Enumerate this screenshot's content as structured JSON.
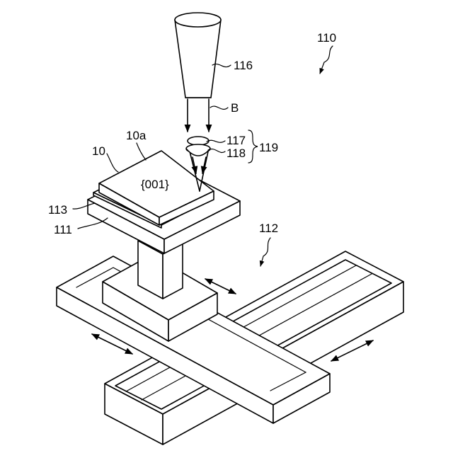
{
  "labels": {
    "system": "110",
    "beam_source": "116",
    "beam": "B",
    "lens_upper": "117",
    "lens_lower": "118",
    "lens_group": "119",
    "crystal_face": "10a",
    "crystal": "10",
    "orientation": "{001}",
    "holder": "113",
    "stage_top": "111",
    "stage": "112"
  }
}
